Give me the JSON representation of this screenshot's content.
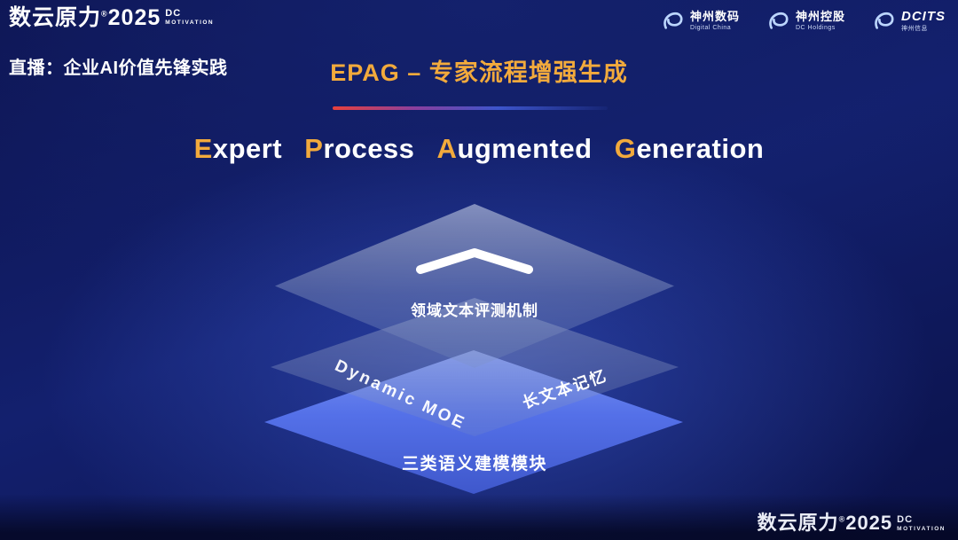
{
  "header": {
    "brand": {
      "text": "数云原力",
      "reg": "®",
      "year": "2025",
      "dc": "DC",
      "motivation": "MOTIVATION"
    },
    "live_label": "直播：企业AI价值先锋实践",
    "title": "EPAG – 专家流程增强生成",
    "partners": [
      {
        "name": "神州数码",
        "sub": "Digital China"
      },
      {
        "name": "神州控股",
        "sub": "DC Holdings"
      },
      {
        "name": "DCITS",
        "sub": "神州信息"
      }
    ]
  },
  "main": {
    "headline": {
      "words": [
        {
          "cap": "E",
          "rest": "xpert"
        },
        {
          "cap": "P",
          "rest": "rocess"
        },
        {
          "cap": "A",
          "rest": "ugmented"
        },
        {
          "cap": "G",
          "rest": "eneration"
        }
      ]
    },
    "diagram": {
      "top_label": "领域文本评测机制",
      "mid_left_label": "Dynamic MOE",
      "mid_right_label": "长文本记忆",
      "bottom_label": "三类语义建模模块"
    }
  },
  "footer": {
    "brand": {
      "text": "数云原力",
      "reg": "®",
      "year": "2025",
      "dc": "DC",
      "motivation": "MOTIVATION"
    }
  },
  "colors": {
    "accent_gold": "#F2AA3C",
    "divider_red": "#E8413C",
    "divider_blue": "#3D55CC",
    "layer_blue": "#5470E8",
    "background_navy": "#13206E"
  }
}
